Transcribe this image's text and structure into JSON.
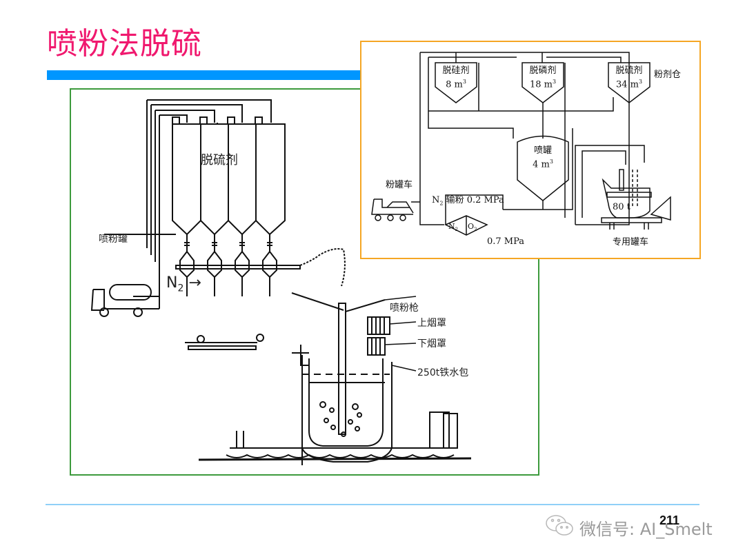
{
  "slide": {
    "title": "喷粉法脱硫",
    "page_number": "211",
    "watermark": "微信号: AI_Smelt",
    "colors": {
      "title": "#f0186e",
      "title_bar": "#0096ff",
      "left_frame": "#3c9a3c",
      "right_frame": "#f5a623",
      "footer_line": "#8fd0f7"
    }
  },
  "left_diagram": {
    "silo_label": "脱硫剂",
    "injection_tank_label": "喷粉罐",
    "carrier_gas": "N",
    "carrier_gas_sub": "2",
    "lance_label": "喷粉枪",
    "upper_hood_label": "上烟罩",
    "lower_hood_label": "下烟罩",
    "ladle_label": "250t铁水包"
  },
  "right_diagram": {
    "bins": [
      {
        "name": "脱硅剂",
        "volume": "8 m",
        "sup": "3"
      },
      {
        "name": "脱磷剂",
        "volume": "18 m",
        "sup": "3"
      },
      {
        "name": "脱硫剂",
        "volume": "34 m",
        "sup": "3"
      }
    ],
    "bin_group_label": "粉剂仓",
    "injection_tank": {
      "name": "喷罐",
      "volume": "4 m",
      "sup": "3"
    },
    "truck_label": "粉罐车",
    "conveying_label_prefix": "N",
    "conveying_label_sub": "2",
    "conveying_label_suffix": " 输粉 0.2 MPa",
    "gas_station": {
      "left": "N",
      "left_sub": "2",
      "right": "O",
      "right_sub": "2"
    },
    "gas_pressure": "0.7 MPa",
    "ladle_capacity": "80 t",
    "ladle_car_label": "专用罐车"
  }
}
